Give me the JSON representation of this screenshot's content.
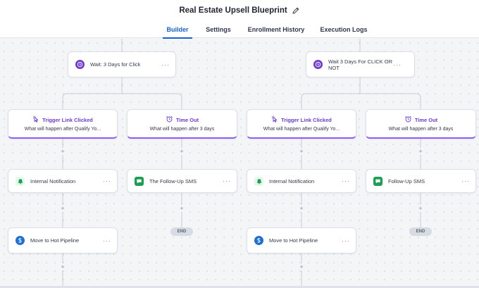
{
  "header": {
    "title": "Real Estate Upsell Blueprint",
    "edit_icon": "pencil-icon"
  },
  "tabs": [
    {
      "label": "Builder",
      "active": true
    },
    {
      "label": "Settings",
      "active": false
    },
    {
      "label": "Enrollment History",
      "active": false
    },
    {
      "label": "Execution Logs",
      "active": false
    }
  ],
  "workflow": {
    "left": {
      "wait_label": "Wait: 3 Days for Click",
      "branch_a": {
        "title": "Trigger Link Clicked",
        "subtitle": "What will happen after Qualify Yo..."
      },
      "branch_b": {
        "title": "Time Out",
        "subtitle": "What will happen after 3 days"
      },
      "a_action1": "Internal Notification",
      "a_action2": "Move to Hot Pipeline",
      "b_action1": "The Follow-Up SMS",
      "b_end": "END"
    },
    "right": {
      "wait_label": "Wait 3 Days For CLICK OR NOT",
      "branch_a": {
        "title": "Trigger Link Clicked",
        "subtitle": "What will happen after Qualify Yo..."
      },
      "branch_b": {
        "title": "Time Out",
        "subtitle": "What will happen after 3 days"
      },
      "a_action1": "Internal Notification",
      "a_action2": "Move to Hot Pipeline",
      "b_action1": "Follow-Up SMS",
      "b_end": "END"
    },
    "more_glyph": "···",
    "plus_glyph": "+"
  },
  "colors": {
    "accent": "#1560d4",
    "wait_icon": "#6e3ad1",
    "branch_accent": "#8b5cf6",
    "notification_icon_bg": "#e6f7ec",
    "notification_icon_fg": "#1f9d55",
    "sms_icon": "#1e9e55",
    "pipeline_icon": "#1f6fd6"
  },
  "icons": {
    "wait": "clock-icon",
    "trigger": "cursor-click-icon",
    "timeout": "alarm-clock-icon",
    "notification": "bell-icon",
    "sms": "chat-bubble-icon",
    "pipeline": "pipeline-icon"
  }
}
